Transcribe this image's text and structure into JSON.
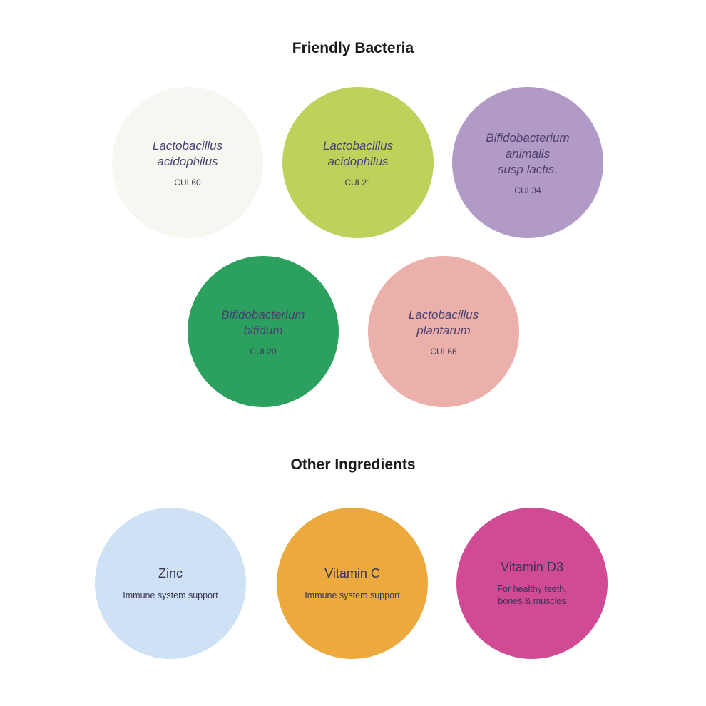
{
  "sections": {
    "bacteria_title": "Friendly Bacteria",
    "other_title": "Other Ingredients"
  },
  "bacteria": [
    {
      "name": "Lactobacillus\nacidophilus",
      "code": "CUL60",
      "color": "#f8f6f0"
    },
    {
      "name": "Lactobacillus\nacidophilus",
      "code": "CUL21",
      "color": "#bdd15b"
    },
    {
      "name": "Bifidobacterium\nanimalis\nsusp lactis.",
      "code": "CUL34",
      "color": "#b19ac5"
    },
    {
      "name": "Bifidobacterium\nbifidum",
      "code": "CUL20",
      "color": "#2ca15f"
    },
    {
      "name": "Lactobacillus\nplantarum",
      "code": "CUL66",
      "color": "#ebb0aa"
    }
  ],
  "ingredients": [
    {
      "name": "Zinc",
      "desc": "Immune system support",
      "color": "#cfe2f5"
    },
    {
      "name": "Vitamin C",
      "desc": "Immune system support",
      "color": "#ecaa3e"
    },
    {
      "name": "Vitamin D3",
      "desc": "For healthy teeth,\nbones & muscles",
      "color": "#d04b93"
    }
  ]
}
